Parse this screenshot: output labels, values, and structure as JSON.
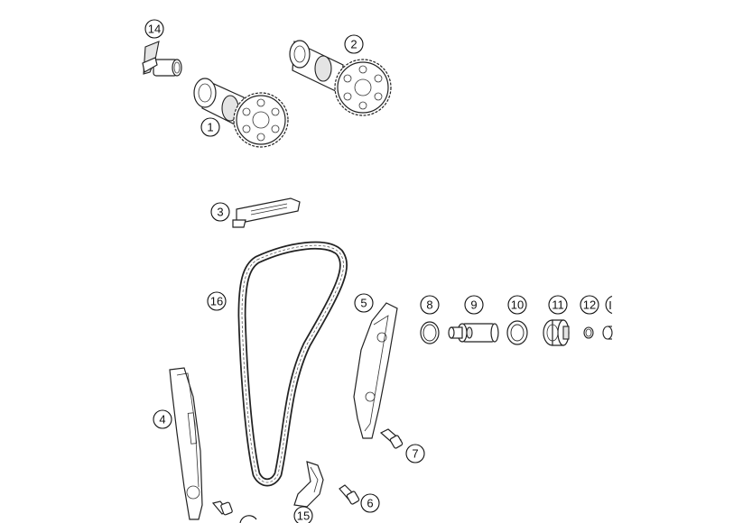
{
  "callouts": {
    "c1": "1",
    "c2": "2",
    "c3": "3",
    "c4": "4",
    "c5": "5",
    "c6": "6",
    "c7": "7",
    "c8": "8",
    "c9": "9",
    "c10": "10",
    "c11": "11",
    "c12": "12",
    "c14": "14",
    "c15": "15",
    "c16": "16"
  }
}
